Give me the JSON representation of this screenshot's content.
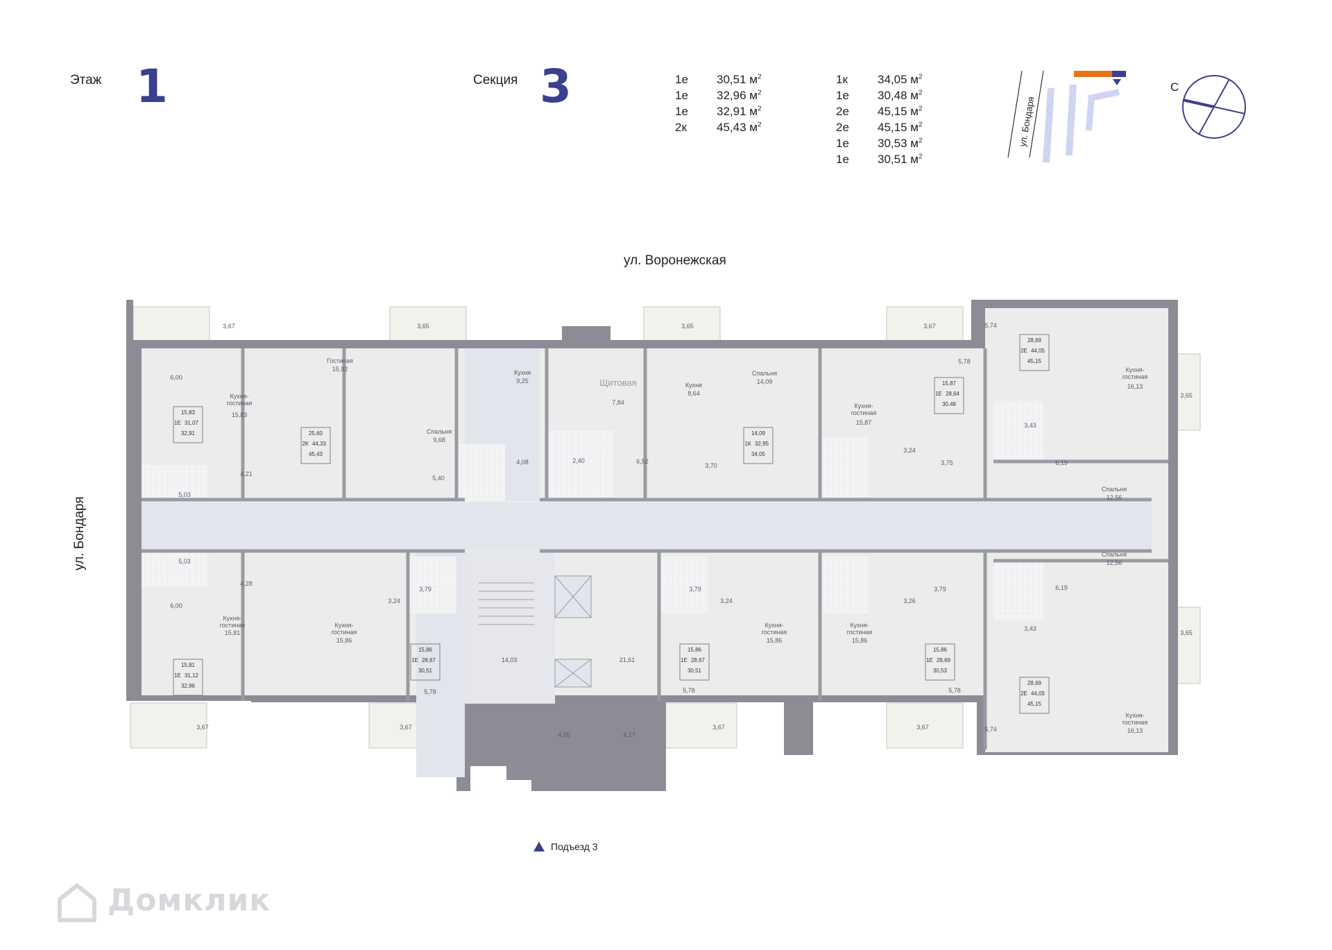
{
  "header": {
    "floor_label": "Этаж",
    "floor_number": "1",
    "section_label": "Секция",
    "section_number": "3"
  },
  "apartments_col1": [
    {
      "type": "1е",
      "area": "30,51 м"
    },
    {
      "type": "1е",
      "area": "32,96 м"
    },
    {
      "type": "1е",
      "area": "32,91 м"
    },
    {
      "type": "2к",
      "area": "45,43 м"
    }
  ],
  "apartments_col2": [
    {
      "type": "1к",
      "area": "34,05 м"
    },
    {
      "type": "1е",
      "area": "30,48 м"
    },
    {
      "type": "2е",
      "area": "45,15 м"
    },
    {
      "type": "2е",
      "area": "45,15 м"
    },
    {
      "type": "1е",
      "area": "30,53 м"
    },
    {
      "type": "1е",
      "area": "30,51 м"
    }
  ],
  "area_unit_sup": "2",
  "minimap": {
    "street": "ул. Бондаря"
  },
  "compass": {
    "north": "С"
  },
  "streets": {
    "top": "ул. Воронежская",
    "left": "ул. Бондаря"
  },
  "legend": {
    "entrance": "Подъезд 3"
  },
  "watermark": "Домклик",
  "colors": {
    "accent_blue": "#3b3f8f",
    "accent_orange": "#e8731a",
    "wall": "#8c8c97",
    "room": "#ececec",
    "corridor": "#e3e5ed",
    "balcony": "#f2f1ec"
  },
  "plan": {
    "stair_hall": "Щитовая",
    "rooms": {
      "a1_kitchen_lbl": "Кухня-\nгостиная",
      "a1_kitchen": "15,83",
      "a1_6": "6,00",
      "a1_tag1": "15,83",
      "a1_tag2": "31,07",
      "a1_tag3": "32,91",
      "a1_type": "1Е",
      "a1_bath": "5,03",
      "a1_hall": "4,21",
      "a1_balc": "3,67",
      "a2_living_lbl": "Гостиная",
      "a2_living": "15,92",
      "a2_tag1": "25,60",
      "a2_tag2": "44,33",
      "a2_tag3": "45,43",
      "a2_type": "2К",
      "a2_bed_lbl": "Спальня",
      "a2_bed": "9,68",
      "a2_hall": "5,40",
      "a2_kitchen_lbl": "Кухня",
      "a2_kitchen": "9,25",
      "a2_bath": "4,08",
      "a2_balc": "3,65",
      "shch": "7,84",
      "corr_240": "2,40",
      "a3_kitchen_lbl": "Кухня",
      "a3_kitchen": "8,64",
      "a3_bed_lbl": "Спальня",
      "a3_bed": "14,09",
      "a3_bath": "6,52",
      "a3_hall": "3,70",
      "a3_balc": "3,65",
      "a3_tag1": "14,09",
      "a3_tag2": "32,95",
      "a3_tag3": "34,05",
      "a3_type": "1К",
      "a4_kitchen_lbl": "Кухня-\nгостиная",
      "a4_kitchen": "15,87",
      "a4_hall": "3,24",
      "a4_bath": "3,75",
      "a4_tag1": "15,87",
      "a4_tag2": "28,64",
      "a4_tag3": "30,48",
      "a4_type": "1Е",
      "a4_578": "5,78",
      "a4_balc": "3,67",
      "a5_574": "5,74",
      "a5_tag1": "28,69",
      "a5_tag2": "44,05",
      "a5_tag3": "45,15",
      "a5_type": "2Е",
      "a5_kitchen_lbl": "Кухня-\nгостиная",
      "a5_kitchen": "16,13",
      "a5_balc": "3,65",
      "a5_bath": "3,43",
      "a5_hall": "6,19",
      "a5_bed_lbl": "Спальня",
      "a5_bed": "12,56",
      "a6_bed_lbl": "Спальня",
      "a6_bed": "12,56",
      "a6_hall": "6,19",
      "a6_bath": "3,43",
      "a6_balc": "3,65",
      "a6_tag1": "28,69",
      "a6_tag2": "44,05",
      "a6_tag3": "45,15",
      "a6_type": "2Е",
      "a6_574": "5,74",
      "a6_kitchen_lbl": "Кухня-\nгостиная",
      "a6_kitchen": "16,13",
      "b1_bath": "5,03",
      "b1_hall": "4,28",
      "b1_6": "6,00",
      "b1_kitchen_lbl": "Кухня-\nгостиная",
      "b1_kitchen": "15,81",
      "b1_tag1": "15,81",
      "b1_tag2": "31,12",
      "b1_tag3": "32,96",
      "b1_type": "1Е",
      "b1_balc": "3,67",
      "b2_kitchen_lbl": "Кухня-\nгостиная",
      "b2_kitchen": "15,86",
      "b2_hall": "3,24",
      "b2_bath": "3,79",
      "b2_tag1": "15,86",
      "b2_tag2": "28,67",
      "b2_tag3": "30,51",
      "b2_type": "1Е",
      "b2_578": "5,78",
      "b2_balc": "3,67",
      "stair": "14,03",
      "lift_hall": "21,61",
      "vest1": "4,05",
      "vest2": "4,27",
      "b3_bath": "3,79",
      "b3_hall": "3,24",
      "b3_kitchen_lbl": "Кухня-\nгостиная",
      "b3_kitchen": "15,86",
      "b3_tag1": "15,86",
      "b3_tag2": "28,67",
      "b3_tag3": "30,51",
      "b3_type": "1Е",
      "b3_578": "5,78",
      "b3_balc": "3,67",
      "b4_kitchen_lbl": "Кухня-\nгостиная",
      "b4_kitchen": "15,86",
      "b4_hall": "3,26",
      "b4_bath": "3,79",
      "b4_tag1": "15,86",
      "b4_tag2": "28,69",
      "b4_tag3": "30,53",
      "b4_type": "1Е",
      "b4_578": "5,78",
      "b4_balc": "3,67"
    }
  }
}
